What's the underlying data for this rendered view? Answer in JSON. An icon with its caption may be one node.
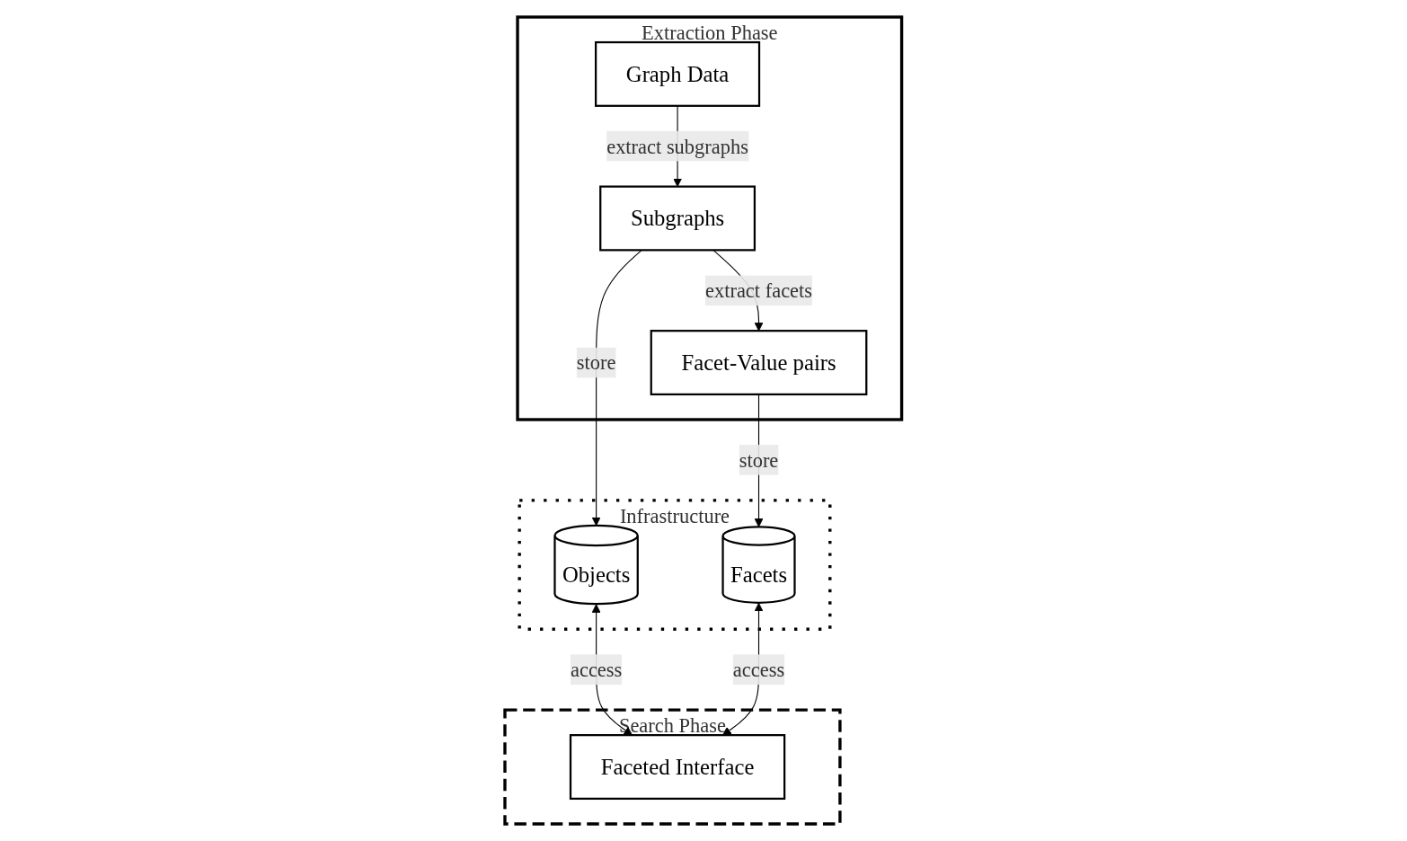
{
  "diagram": {
    "nodes": [
      {
        "text": [
          "Extraction Phase"
        ]
      },
      {
        "text": [
          "Graph Data"
        ],
        "in": 0
      },
      {
        "text": [
          "Subgraphs"
        ],
        "in": 0
      },
      {
        "text": [
          "Facet-Value pairs"
        ],
        "in": 0
      },
      {
        "text": [
          "Infrastructure"
        ]
      },
      {
        "text": [
          "Objects"
        ],
        "in": 4
      },
      {
        "text": [
          "Facets"
        ],
        "in": 4
      },
      {
        "text": [
          "Search Phase"
        ]
      },
      {
        "text": [
          "Faceted Interface"
        ],
        "in": 7
      }
    ],
    "edges": [
      {
        "from": 1,
        "to": 2,
        "arrow": "to",
        "label": "extract subgraphs"
      },
      {
        "from": 2,
        "to": 3,
        "arrow": "to",
        "label": "extract facets"
      },
      {
        "from": 2,
        "to": 5,
        "arrow": "to",
        "label": "store"
      },
      {
        "from": 3,
        "to": 6,
        "arrow": "to",
        "label": "store"
      },
      {
        "from": 5,
        "to": 8,
        "arrow": "both",
        "label": "access"
      },
      {
        "from": 6,
        "to": 8,
        "arrow": "both",
        "label": "access"
      }
    ]
  }
}
